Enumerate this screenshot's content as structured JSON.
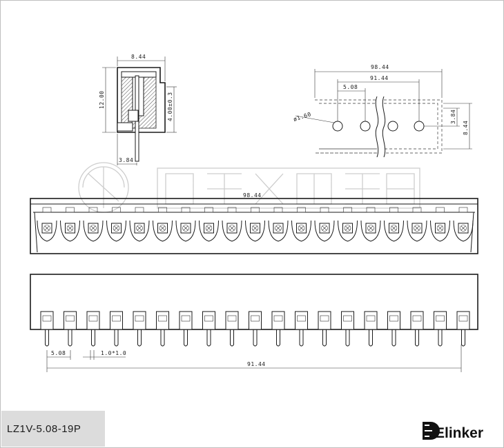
{
  "side_view": {
    "width_label": "8.44",
    "height_label": "12.00",
    "pin_height_label": "4.00±0.3",
    "pin_offset_label": "3.84"
  },
  "pcb_view": {
    "overall_label": "98.44",
    "span_label": "91.44",
    "pitch_label": "5.08",
    "hole_label": "ø1.60",
    "row_offset_label": "3.84",
    "depth_label": "8.44"
  },
  "top_view": {
    "overall_label": "98.44",
    "pin_count": 19
  },
  "front_view": {
    "pitch_label": "5.08",
    "pin_size_label": "1.0*1.0",
    "span_label": "91.44",
    "pin_count": 19
  },
  "model": {
    "label": "LZ1V-5.08-19P"
  },
  "brand": {
    "name": "Elinker"
  }
}
